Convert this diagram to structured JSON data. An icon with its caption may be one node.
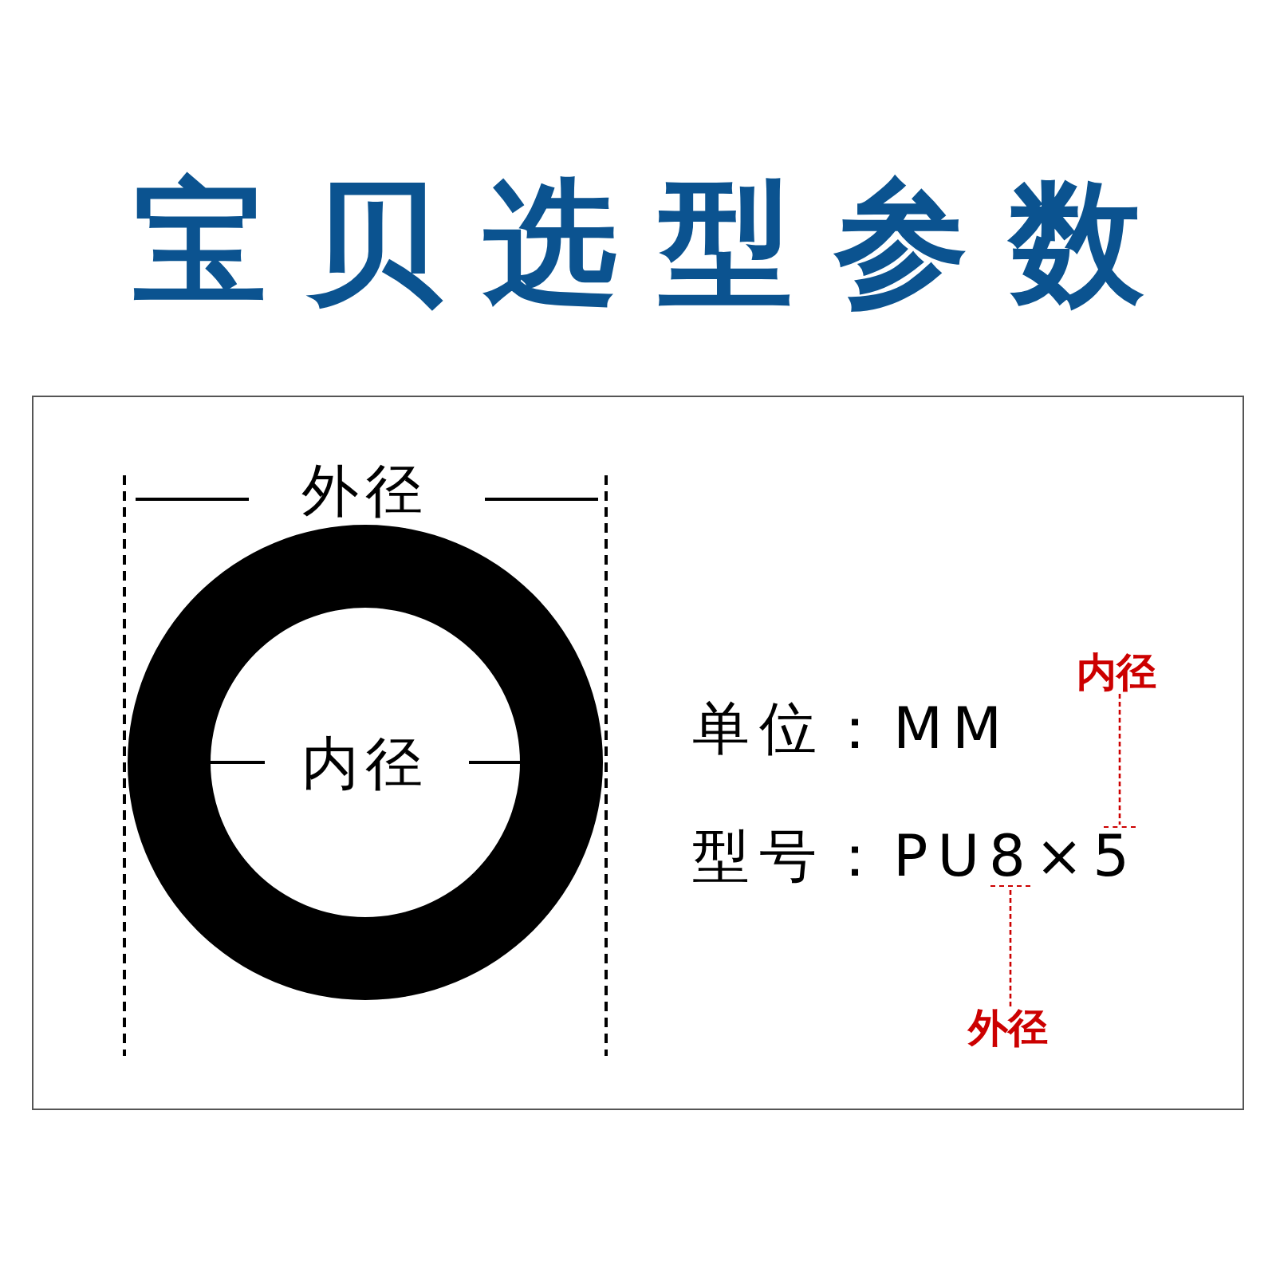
{
  "diagram": {
    "title": "宝贝选型参数",
    "nodes": [
      {
        "text": [
          "内径"
        ]
      },
      {
        "text": [
          "外径"
        ]
      },
      {
        "text": [],
        "shape": "bar"
      },
      {
        "text": [],
        "shape": "bar"
      }
    ],
    "edges": [
      {
        "from": 0,
        "to": 3,
        "arrow": "none",
        "style": "dashed"
      },
      {
        "from": 1,
        "to": 2,
        "arrow": "none",
        "style": "dashed"
      }
    ],
    "labels": [
      "外径",
      "内径",
      "单位：MM",
      "型号：PU8×5"
    ]
  }
}
